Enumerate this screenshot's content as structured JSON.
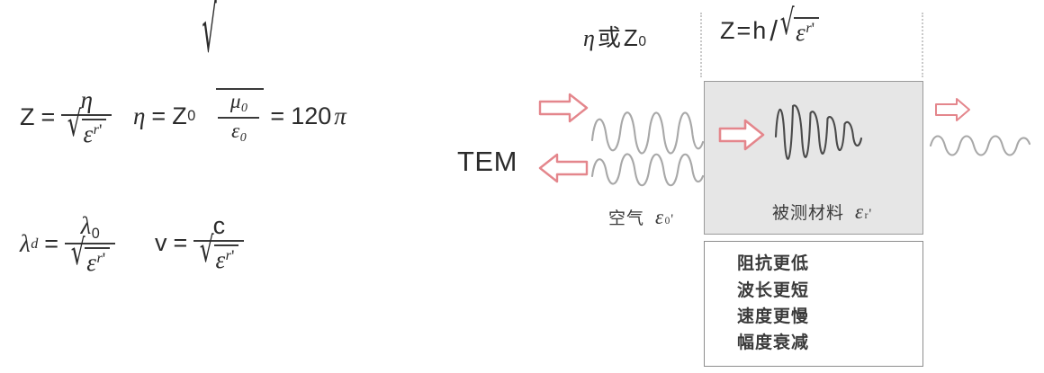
{
  "colors": {
    "arrow_stroke": "#e4868c",
    "arrow_fill": "#ffffff",
    "wave_air": "#a8a8a8",
    "wave_material": "#4a4a4a",
    "material_fill": "#e6e6e6",
    "material_border": "#9a9a9a",
    "box_border": "#8d8d8d",
    "dash_line": "#c9c9c9",
    "text": "#2b2b2b"
  },
  "formulas": {
    "impedance": {
      "lhs": "Z",
      "equals": "=",
      "numerator": "η",
      "denominator_eps": "ε",
      "denominator_sub": "r",
      "denominator_prime": "'"
    },
    "eta": {
      "lhs": "η",
      "equals": "=",
      "z0": "Z",
      "z0_sub": "0",
      "num_mu": "μ",
      "num_sub": "0",
      "den_eps": "ε",
      "den_sub": "0",
      "equals2": "=",
      "result": "120",
      "result_pi": "π"
    },
    "wavelength": {
      "lhs_lambda": "λ",
      "lhs_sub": "d",
      "equals": "=",
      "numerator_lambda": "λ",
      "numerator_sub": "0",
      "denominator_eps": "ε",
      "denominator_sub": "r",
      "denominator_prime": "'"
    },
    "velocity": {
      "lhs": "v",
      "equals": "=",
      "numerator": "c",
      "denominator_eps": "ε",
      "denominator_sub": "r",
      "denominator_prime": "'"
    }
  },
  "diagram": {
    "top_labels": {
      "air_impedance": {
        "eta": "η",
        "cn_or": "或",
        "z": "Z",
        "z_sub": "0"
      },
      "material_impedance": {
        "z": "Z",
        "equals": "=",
        "h": "h",
        "slash": "/",
        "eps": "ε",
        "eps_sub": "r",
        "prime": "'"
      }
    },
    "tem_label": "TEM",
    "air_label": {
      "text": "空气",
      "eps": "ε",
      "eps_sub": "0",
      "prime": "'"
    },
    "material_label": {
      "text": "被测材料",
      "eps": "ε",
      "eps_sub": "r",
      "prime": "'"
    },
    "effects": [
      "阻抗更低",
      "波长更短",
      "速度更慢",
      "幅度衰减"
    ],
    "waves": {
      "incident_cycles": 4,
      "reflected_cycles": 4,
      "transmitted_cycles": 5,
      "exit_cycles": 5
    },
    "arrows": {
      "incident": "arrow-right",
      "reflected": "arrow-left",
      "transmitted": "arrow-right",
      "exit": "arrow-right"
    }
  }
}
